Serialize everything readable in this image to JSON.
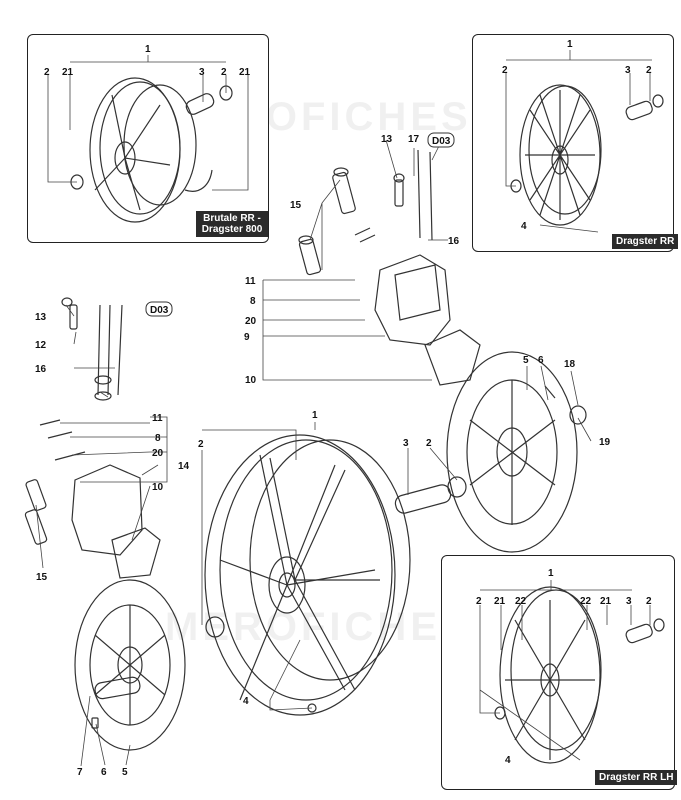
{
  "watermark": "MEROFICHES.BE",
  "insets": {
    "top_left": {
      "label_line1": "Brutale RR -",
      "label_line2": "Dragster 800"
    },
    "top_right": {
      "label": "Dragster RR"
    },
    "bottom_right": {
      "label": "Dragster RR LH"
    }
  },
  "callouts": {
    "tl_1": "1",
    "tl_2a": "2",
    "tl_21a": "21",
    "tl_3": "3",
    "tl_2b": "2",
    "tl_21b": "21",
    "tr_1": "1",
    "tr_2a": "2",
    "tr_3": "3",
    "tr_2b": "2",
    "tr_4": "4",
    "br_1": "1",
    "br_2a": "2",
    "br_21a": "21",
    "br_22a": "22",
    "br_22b": "22",
    "br_21b": "21",
    "br_3": "3",
    "br_2b": "2",
    "br_4": "4",
    "c_13": "13",
    "c_17": "17",
    "c_d03": "D03",
    "c_15": "15",
    "c_16": "16",
    "c_11": "11",
    "c_8": "8",
    "c_20": "20",
    "c_9": "9",
    "c_10": "10",
    "l_13": "13",
    "l_d03": "D03",
    "l_12": "12",
    "l_16": "16",
    "l_11": "11",
    "l_8": "8",
    "l_20": "20",
    "l_14": "14",
    "l_10": "10",
    "l_15": "15",
    "m_1": "1",
    "m_2a": "2",
    "m_3": "3",
    "m_2b": "2",
    "m_5": "5",
    "m_6": "6",
    "m_18": "18",
    "m_19": "19",
    "m_4": "4",
    "b_7": "7",
    "b_6": "6",
    "b_5": "5"
  }
}
